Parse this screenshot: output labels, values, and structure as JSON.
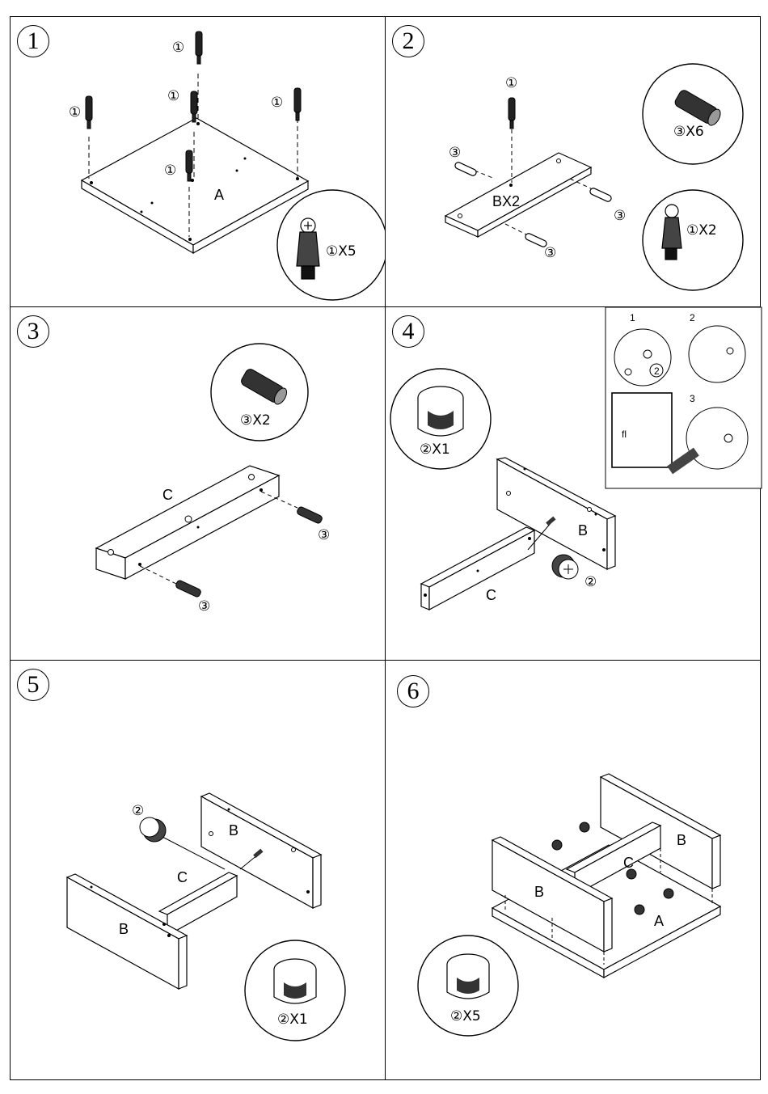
{
  "steps": [
    {
      "number": "1",
      "label_A": "A",
      "callout": "①",
      "qty": "①X5"
    },
    {
      "number": "2",
      "label_B": "BX2",
      "callout_1": "①",
      "callout_3": "③",
      "qty_dowel": "③X6",
      "qty_cam": "①X2"
    },
    {
      "number": "3",
      "label_C": "C",
      "callout": "③",
      "qty": "③X2"
    },
    {
      "number": "4",
      "label_B": "B",
      "label_C": "C",
      "callout": "②",
      "qty": "②X1",
      "inset": {
        "s1": "1",
        "s2": "2",
        "s3": "3",
        "circ2": "2",
        "fl": "fl"
      }
    },
    {
      "number": "5",
      "label_B": "B",
      "label_C": "C",
      "callout": "②",
      "qty": "②X1"
    },
    {
      "number": "6",
      "label_A": "A",
      "label_B": "B",
      "label_C": "C",
      "qty": "②X5"
    }
  ]
}
